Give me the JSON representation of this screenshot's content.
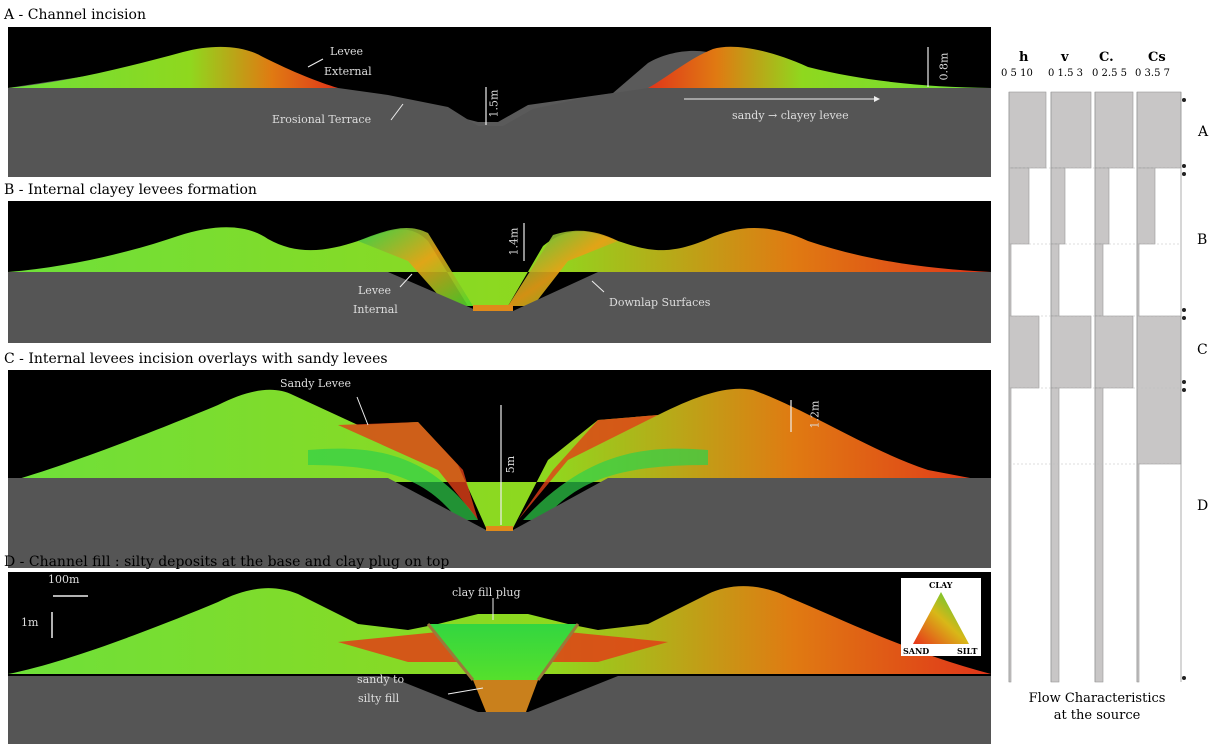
{
  "panels": [
    {
      "id": "A",
      "title": "A - Channel incision",
      "labels": {
        "levee_external_1": "Levee",
        "levee_external_2": "External",
        "erosional_terrace": "Erosional Terrace",
        "depth": "1.5m",
        "height": "0.8m",
        "sandy_clayey": "sandy → clayey levee"
      }
    },
    {
      "id": "B",
      "title": "B - Internal clayey levees formation",
      "labels": {
        "levee_internal_1": "Levee",
        "levee_internal_2": "Internal",
        "downlap": "Downlap Surfaces",
        "height": "1.4m"
      }
    },
    {
      "id": "C",
      "title": "C - Internal levees incision overlays with sandy levees",
      "labels": {
        "sandy_levee": "Sandy Levee",
        "depth": "5m",
        "height": "1.2m"
      }
    },
    {
      "id": "D",
      "title": "D - Channel fill : silty deposits at the base and clay plug on top",
      "labels": {
        "scale_h": "100m",
        "scale_v": "1m",
        "clay_plug": "clay fill plug",
        "fill_1": "sandy to",
        "fill_2": "silty fill"
      },
      "legend": {
        "top": "CLAY",
        "left": "SAND",
        "right": "SILT"
      }
    }
  ],
  "flow_panel": {
    "headers": [
      "h",
      "v",
      "C.",
      "Cs"
    ],
    "ticks": [
      "0  5  10",
      "0  1.5  3",
      "0  2.5  5",
      "0  3.5  7"
    ],
    "phases": [
      "A",
      "B",
      "C",
      "D"
    ],
    "caption_1": "Flow Characteristics",
    "caption_2": "at the source",
    "colors": {
      "bar": "#c8c6c6",
      "grid": "#9a9a9a"
    }
  }
}
